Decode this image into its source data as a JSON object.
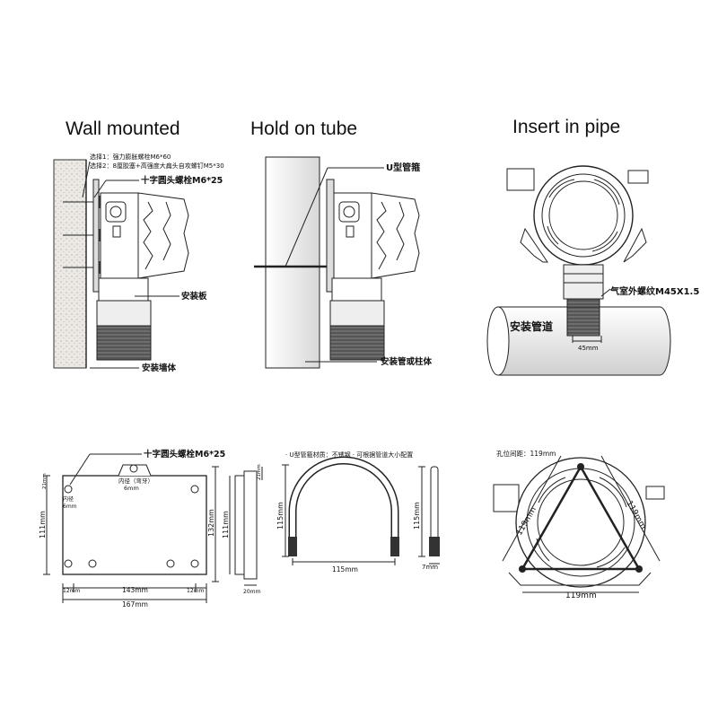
{
  "titles": {
    "wall": "Wall mounted",
    "tube": "Hold on tube",
    "pipe": "Insert in pipe"
  },
  "wall": {
    "option1": "选择1：强力膨胀螺栓M6*60",
    "option2": "选择2：8厘胶塞+高强度大扁头自攻螺钉M5*30",
    "screw": "十字圆头螺栓M6*25",
    "plate": "安装板",
    "wall_label": "安装墙体"
  },
  "tube": {
    "ubolt": "U型管箍",
    "support": "安装管或柱体"
  },
  "pipe": {
    "thread": "气室外螺纹M45X1.5",
    "pipe_label": "安装管道",
    "width": "45mm"
  },
  "plate_dim": {
    "screw": "十字圆头螺栓M6*25",
    "hole_note": "内径（弯牙）",
    "hole_size": "6mm",
    "side_hole": "内径",
    "side_hole_size": "6mm",
    "dim_111": "111mm",
    "dim_132": "132mm",
    "dim_111_side": "111mm",
    "dim_21_top": "21mm",
    "dim_21_right": "21mm",
    "dim_12_left": "12mm",
    "dim_143": "143mm",
    "dim_12_right": "12mm",
    "dim_167": "167mm",
    "dim_20": "20mm"
  },
  "ubolt_dim": {
    "note": "· U型管箍材质：不锈钢   · 可根据管道大小配置",
    "height": "115mm",
    "width": "115mm",
    "side_height": "115mm",
    "rod": "7mm"
  },
  "hole_dim": {
    "spacing": "孔位间距：119mm",
    "left": "119mm",
    "right": "119mm",
    "bottom": "119mm"
  }
}
